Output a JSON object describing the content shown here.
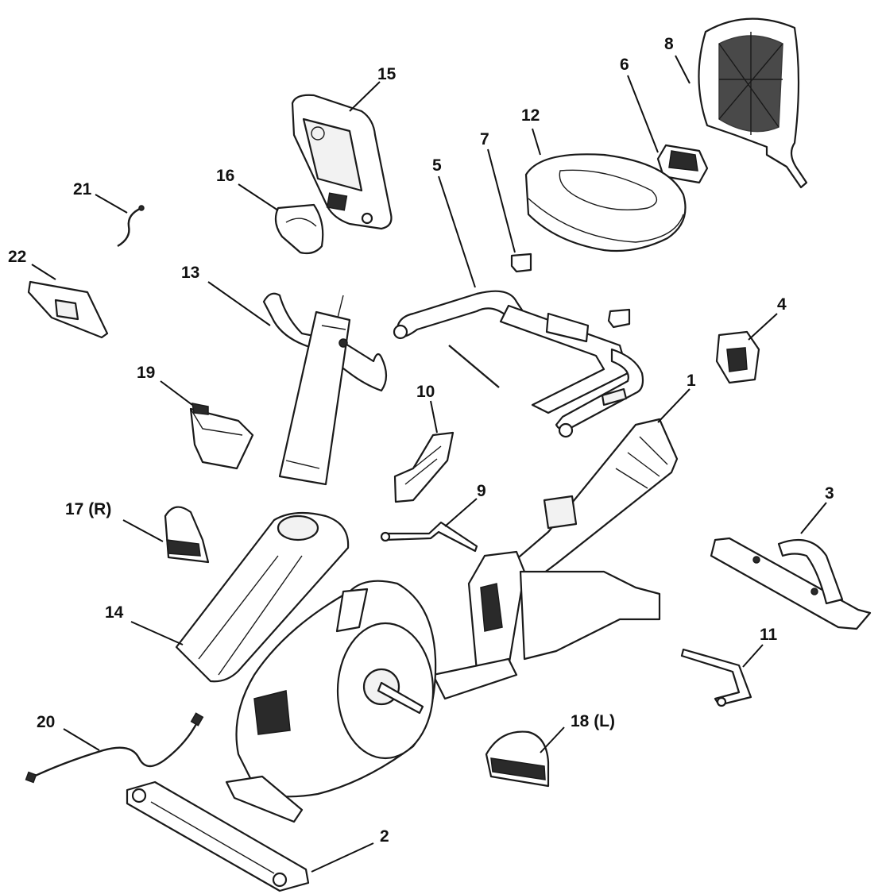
{
  "callouts": [
    {
      "id": "1",
      "text": "1"
    },
    {
      "id": "2",
      "text": "2"
    },
    {
      "id": "3",
      "text": "3"
    },
    {
      "id": "4",
      "text": "4"
    },
    {
      "id": "5",
      "text": "5"
    },
    {
      "id": "6",
      "text": "6"
    },
    {
      "id": "7",
      "text": "7"
    },
    {
      "id": "8",
      "text": "8"
    },
    {
      "id": "9",
      "text": "9"
    },
    {
      "id": "10",
      "text": "10"
    },
    {
      "id": "11",
      "text": "11"
    },
    {
      "id": "12",
      "text": "12"
    },
    {
      "id": "13",
      "text": "13"
    },
    {
      "id": "14",
      "text": "14"
    },
    {
      "id": "15",
      "text": "15"
    },
    {
      "id": "16",
      "text": "16"
    },
    {
      "id": "17",
      "text": "17 (R)"
    },
    {
      "id": "18",
      "text": "18 (L)"
    },
    {
      "id": "19",
      "text": "19"
    },
    {
      "id": "20",
      "text": "20"
    },
    {
      "id": "21",
      "text": "21"
    },
    {
      "id": "22",
      "text": "22"
    }
  ]
}
